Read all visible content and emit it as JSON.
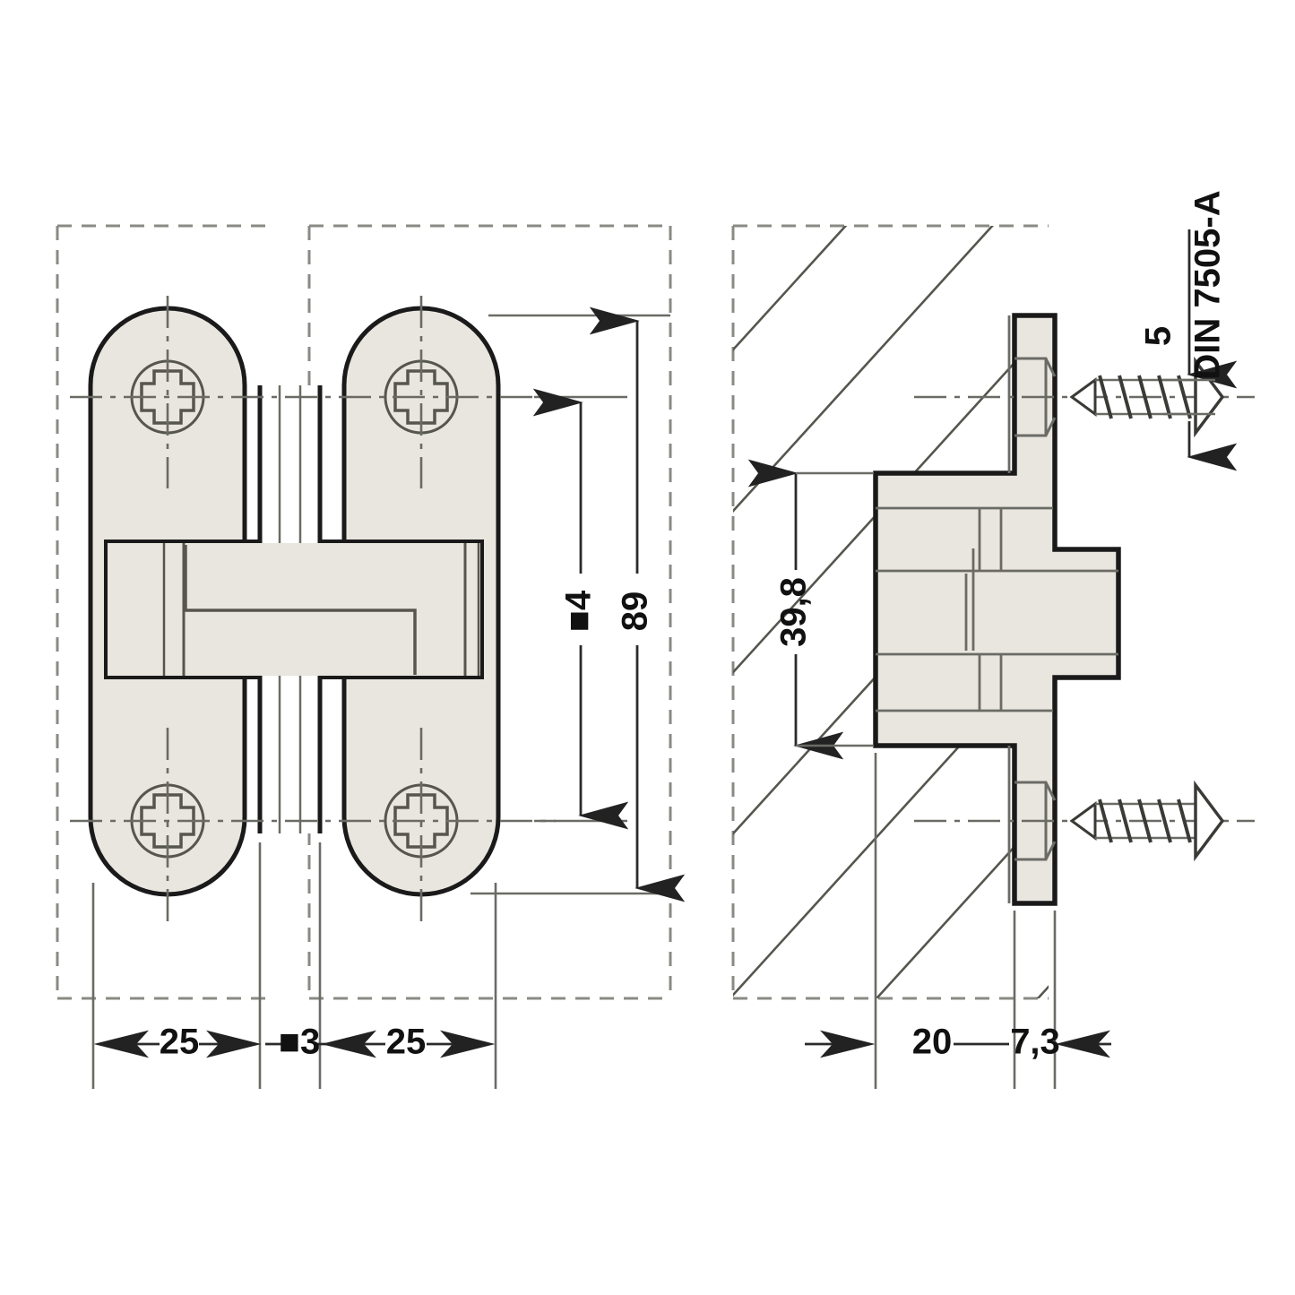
{
  "drawing": {
    "title": "Concealed hinge technical drawing",
    "type": "engineering-dimension-drawing",
    "units": "mm",
    "colors": {
      "part_fill": "#E9E5DF",
      "outline": "#1a1a1a",
      "thin_line": "#6b6b66",
      "dim_line": "#4d4d4d",
      "dashed": "#8a8a85",
      "background": "#ffffff",
      "text": "#111111"
    },
    "views": [
      {
        "id": "front",
        "name": "front-view",
        "label": ""
      },
      {
        "id": "section",
        "name": "side-section-view",
        "label": ""
      }
    ]
  },
  "dimensions": {
    "front_view": {
      "vertical": [
        {
          "name": "hole-spacing",
          "value": "■4",
          "symbol": "square",
          "number": "4",
          "orientation": "vertical"
        },
        {
          "name": "plate-height",
          "value": "89",
          "number": "89",
          "orientation": "vertical"
        }
      ],
      "horizontal": [
        {
          "name": "left-plate-width",
          "value": "25",
          "number": "25"
        },
        {
          "name": "center-gap",
          "value": "■3",
          "symbol": "square-filled",
          "number": "3"
        },
        {
          "name": "right-plate-width",
          "value": "25",
          "number": "25"
        }
      ]
    },
    "section_view": {
      "vertical": [
        {
          "name": "body-height",
          "value": "39,8",
          "number": "39,8",
          "orientation": "vertical"
        }
      ],
      "horizontal": [
        {
          "name": "body-depth",
          "value": "20",
          "number": "20"
        },
        {
          "name": "flange-thickness",
          "value": "7,3",
          "number": "7,3"
        }
      ],
      "screw": [
        {
          "name": "screw-diameter",
          "value": "5",
          "number": "5",
          "orientation": "vertical"
        },
        {
          "name": "screw-standard",
          "value": "DIN 7505-A",
          "orientation": "vertical"
        }
      ]
    }
  },
  "features": {
    "screw_holes": 4,
    "screws_shown": 2,
    "screw_head_type": "countersunk-phillips",
    "hatching": "wall-section-diagonal"
  }
}
